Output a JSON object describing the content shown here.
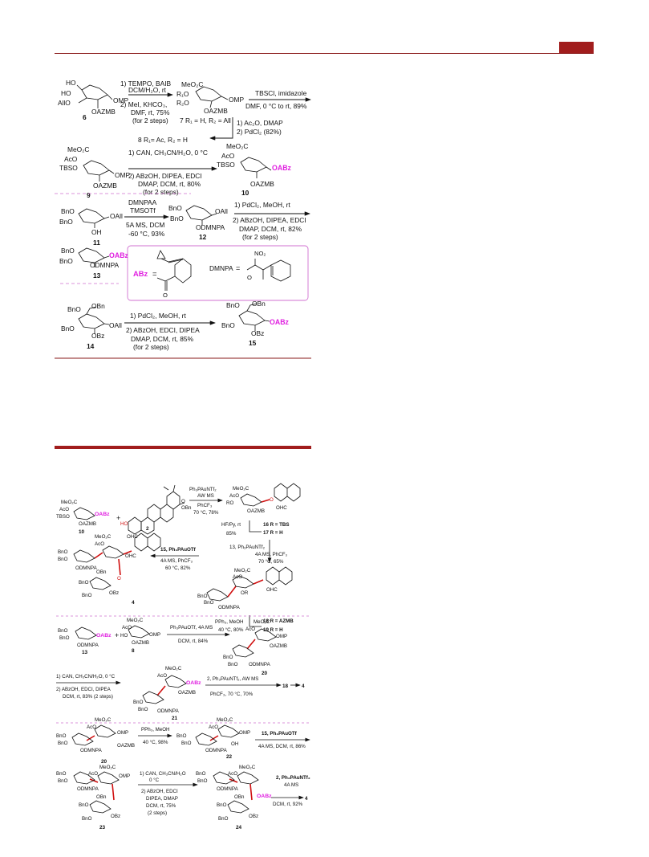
{
  "colors": {
    "accent": "#a11d1d",
    "highlight": "#e020e0",
    "bond": "#d01010",
    "divider": "#d070d0"
  },
  "scheme1": {
    "m6": {
      "l1": "HO",
      "l2": "HO",
      "l3": "AllO",
      "ome": "OMP",
      "oaz": "OAZMB",
      "num": "6"
    },
    "a1": {
      "l1": "1) TEMPO, BAIB",
      "l2": "DCM/H₂O, rt",
      "l3": "2) MeI, KHCO₃,",
      "l4": "DMF, rt, 75%",
      "l5": "(for 2 steps)"
    },
    "m7": {
      "l1": "MeO₂C",
      "l2": "R₁O",
      "l3": "R₂O",
      "ome": "OMP",
      "oaz": "OAZMB",
      "cap1": "7 R₁ = H, R₂ = All",
      "cap2": "8 R₁= Ac, R₂ = H"
    },
    "a2": {
      "l1": "TBSCl, imidazole",
      "l2": "DMF, 0 °C to rt, 89%"
    },
    "a3": {
      "l1": "1) Ac₂O, DMAP",
      "l2": "2) PdCl₂ (82%)"
    },
    "m9": {
      "l1": "MeO₂C",
      "l2": "AcO",
      "l3": "TBSO",
      "ome": "OMP",
      "oaz": "OAZMB",
      "num": "9"
    },
    "a4": {
      "l1": "1) CAN, CH₃CN/H₂O, 0 °C",
      "l2": "2) ABzOH, DIPEA, EDCI",
      "l3": "DMAP, DCM, rt, 80%",
      "l4": "(for 2 steps)"
    },
    "m10": {
      "l1": "MeO₂C",
      "l2": "AcO",
      "l3": "TBSO",
      "oabz": "OABz",
      "oaz": "OAZMB",
      "num": "10"
    },
    "m11": {
      "l1": "BnO",
      "l2": "BnO",
      "oall": "OAll",
      "oh": "OH",
      "num": "11"
    },
    "a5": {
      "l1": "DMNPAA",
      "l2": "TMSOTf",
      "l3": "5A MS, DCM",
      "l4": "-60 °C, 93%"
    },
    "m12": {
      "l1": "BnO",
      "l2": "BnO",
      "oall": "OAll",
      "od": "ODMNPA",
      "num": "12"
    },
    "a6": {
      "l1": "1) PdCl₂, MeOH, rt",
      "l2": "2) ABzOH, DIPEA, EDCI",
      "l3": "DMAP, DCM, rt, 82%",
      "l4": "(for 2 steps)"
    },
    "m13": {
      "l1": "BnO",
      "l2": "BnO",
      "oabz": "OABz",
      "od": "ODMNPA",
      "num": "13"
    },
    "legend": {
      "abz": "ABz",
      "eq1": "=",
      "dmnpa": "DMNPA",
      "eq2": "=",
      "no2": "NO₂",
      "o": "O"
    },
    "m14": {
      "l1": "BnO",
      "l2": "BnO",
      "obn": "OBn",
      "oall": "OAll",
      "obz": "OBz",
      "num": "14"
    },
    "a7": {
      "l1": "1) PdCl₂, MeOH, rt",
      "l2": "2) ABzOH, EDCI, DIPEA",
      "l3": "DMAP, DCM,  rt, 85%",
      "l4": "(for 2 steps)"
    },
    "m15": {
      "l1": "BnO",
      "l2": "BnO",
      "obn": "OBn",
      "oabz": "OABz",
      "obz": "OBz",
      "num": "15"
    }
  },
  "scheme2": {
    "r1": {
      "m10": "10",
      "plus": "+",
      "ho": "HO",
      "ohc": "OHC",
      "obn": "OBn",
      "o": "O",
      "m2": "2",
      "c1": "Ph₃PAuNTf₂",
      "c2": "AW MS",
      "c3": "PhCF₃",
      "c4": "70 °C, 78%",
      "r16": "16 R = TBS",
      "r17": "17 R = H",
      "hf1": "HF/Py, rt",
      "hf2": "85%"
    },
    "r2": {
      "c1": "13, Ph₃PAuNTf₂",
      "c2": "4A MS, PhCF₃",
      "c3": "70 °C, 65%",
      "b1": "PPh₃, MeOH",
      "b2": "40 °C, 80%",
      "r18": "18 R = AZMB",
      "r19": "19 R = H",
      "g1": "15, Ph₃PAuOTf",
      "g2": "4A MS, PhCF₃",
      "g3": "60 °C, 82%",
      "m4": "4"
    },
    "r3": {
      "m13": "13",
      "m8": "8",
      "plus": "+",
      "c1": "Ph₃PAuOTf, 4A MS",
      "c2": "DCM, rt, 84%",
      "m20": "20"
    },
    "r4": {
      "c1": "1) CAN, CH₃CN/H₂O, 0 °C",
      "c2": "2) ABzOH, EDCI, DIPEA",
      "c3": "DCM, rt, 83% (2 steps)",
      "m21": "21",
      "d1": "2, Ph₃PAuNTf₂, AW MS",
      "d2": "PhCF₃, 70 °C, 70%",
      "t18": "18",
      "t4": "4"
    },
    "r5": {
      "m20": "20",
      "c1": "PPh₃, MeOH",
      "c2": "40 °C, 98%",
      "m22": "22",
      "d1": "15, Ph₃PAuOTf",
      "d2": "4A MS, DCM, rt, 86%"
    },
    "r6": {
      "m23": "23",
      "c1": "1) CAN, CH₃CN/H₂O",
      "c2": "0 °C",
      "c3": "2) ABzOH, EDCI",
      "c4": "DIPEA, DMAP",
      "c5": "DCM, rt, 75%",
      "c6": "(2 steps)",
      "m24": "24",
      "d1": "2, Ph₃PAuNTf₂",
      "d2": "4A MS",
      "d3": "DCM, rt, 92%",
      "t4": "4"
    },
    "labels": {
      "meo2c": "MeO₂C",
      "aco": "AcO",
      "tbso": "TBSO",
      "bno": "BnO",
      "ro": "RO",
      "odmnpa": "ODMNPA",
      "oazmb": "OAZMB",
      "omp": "OMP",
      "oabz": "OABz",
      "oh": "OH",
      "or": "OR",
      "obn": "OBn",
      "obz": "OBz",
      "o": "O",
      "ho": "HO"
    }
  }
}
